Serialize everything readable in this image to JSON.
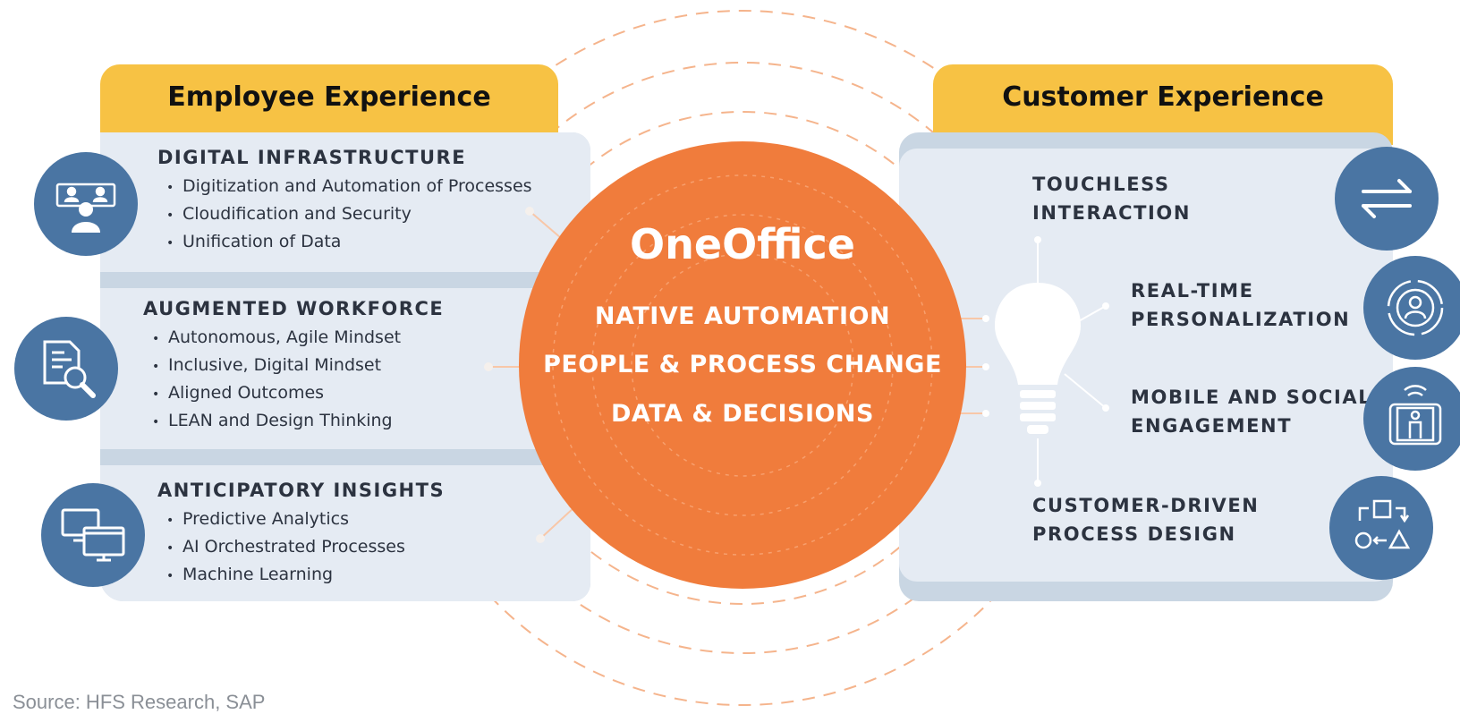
{
  "employee": {
    "title": "Employee Experience",
    "sections": [
      {
        "heading": "DIGITAL INFRASTRUCTURE",
        "items": [
          "Digitization and Automation of Processes",
          "Cloudification and Security",
          "Unification of Data"
        ]
      },
      {
        "heading": "AUGMENTED WORKFORCE",
        "items": [
          "Autonomous, Agile Mindset",
          "Inclusive, Digital Mindset",
          "Aligned Outcomes",
          "LEAN and Design Thinking"
        ]
      },
      {
        "heading": "ANTICIPATORY INSIGHTS",
        "items": [
          "Predictive Analytics",
          "AI Orchestrated Processes",
          "Machine Learning"
        ]
      }
    ]
  },
  "customer": {
    "title": "Customer Experience",
    "items": [
      {
        "line1": "TOUCHLESS",
        "line2": "INTERACTION"
      },
      {
        "line1": "REAL-TIME",
        "line2": "PERSONALIZATION"
      },
      {
        "line1": "MOBILE AND SOCIAL",
        "line2": "ENGAGEMENT"
      },
      {
        "line1": "CUSTOMER-DRIVEN",
        "line2": "PROCESS DESIGN"
      }
    ]
  },
  "center": {
    "title": "OneOffice",
    "lines": [
      "NATIVE AUTOMATION",
      "PEOPLE & PROCESS CHANGE",
      "DATA & DECISIONS"
    ]
  },
  "source": "Source: HFS Research, SAP",
  "colors": {
    "accent_orange": "#f07c3c",
    "header_yellow": "#f7c244",
    "icon_blue": "#4a75a3",
    "panel_light": "#e5ebf3",
    "panel_dark": "#c9d6e3"
  },
  "icons": {
    "left": [
      "video-meeting-icon",
      "document-search-icon",
      "monitors-icon"
    ],
    "right": [
      "swap-arrows-icon",
      "personalization-cycle-icon",
      "mobile-signal-icon",
      "process-shapes-icon"
    ]
  }
}
